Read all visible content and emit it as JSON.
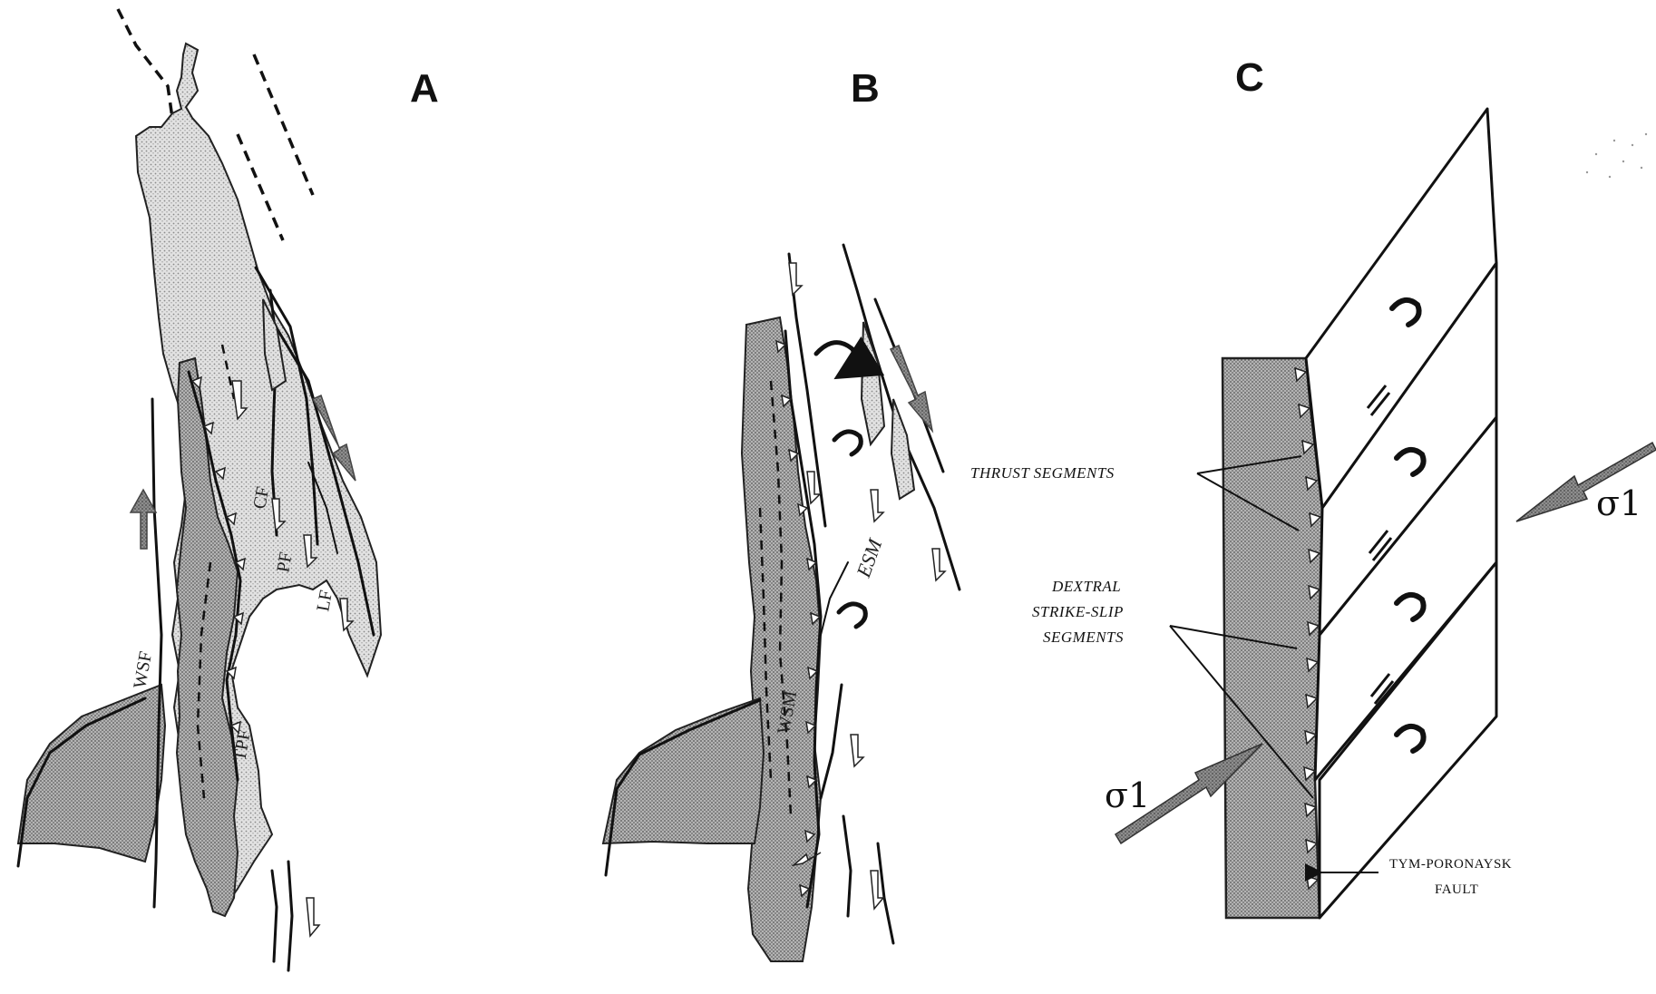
{
  "panels": {
    "a": {
      "letter": "A",
      "labels": {
        "wsf": "WSF",
        "tpf": "TPF",
        "cf": "CF",
        "pf": "PF",
        "lf": "LF"
      }
    },
    "b": {
      "letter": "B",
      "labels": {
        "esm": "ESM",
        "wsm": "WSM"
      }
    },
    "c": {
      "letter": "C",
      "annotations": {
        "thrust_segments": "THRUST SEGMENTS",
        "dextral_line1": "DEXTRAL",
        "dextral_line2": "STRIKE-SLIP",
        "dextral_line3": "SEGMENTS",
        "tym_line1": "TYM-PORONAYSK",
        "tym_line2": "FAULT"
      },
      "sigma_right": "σ1",
      "sigma_left": "σ1"
    }
  },
  "colors": {
    "ink": "#111111",
    "light_fill": "#d6d6d6",
    "dark_fill": "#a8a8a8",
    "arrow_fill": "#8a8a8a"
  }
}
